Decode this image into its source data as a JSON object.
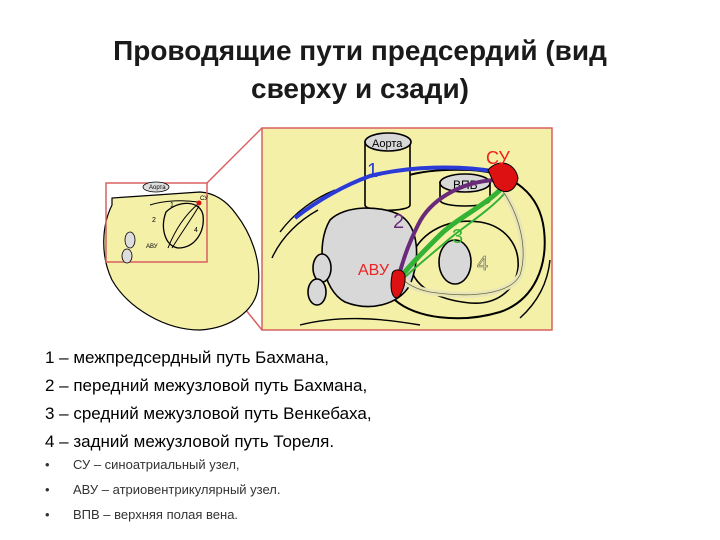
{
  "title": {
    "line1": "Проводящие пути предсердий (вид",
    "line2": "сверху и сзади)"
  },
  "diagram": {
    "labels": {
      "aorta": "Аорта",
      "su": "СУ",
      "vpv": "ВПВ",
      "avu": "АВУ",
      "path1": "1",
      "path2": "2",
      "path3": "3",
      "path4": "4"
    },
    "thumbnail_labels": {
      "aorta": "Аорта",
      "su": "СУ",
      "avu": "АВУ",
      "path1": "1",
      "path2": "2",
      "path4": "4"
    },
    "colors": {
      "heart_fill": "#f5f0a8",
      "outline": "#000000",
      "frame": "#d86060",
      "path1": "#2b3bd8",
      "path2": "#6a2a7a",
      "path3": "#34b234",
      "path4": "#e8e6b8",
      "node": "#dd1111",
      "vessel": "#d8d8d8",
      "label_red": "#ee2222"
    }
  },
  "legend": {
    "items": [
      "1 – межпредсердный путь Бахмана,",
      "2 – передний межузловой путь Бахмана,",
      "3 – средний межузловой путь Венкебаха,",
      "4 – задний межузловой  путь Тореля."
    ]
  },
  "notes": {
    "bullet": "•",
    "items": [
      "СУ – синоатриальный узел,",
      "АВУ – атриовентрикулярный узел.",
      "ВПВ – верхняя полая вена."
    ]
  }
}
